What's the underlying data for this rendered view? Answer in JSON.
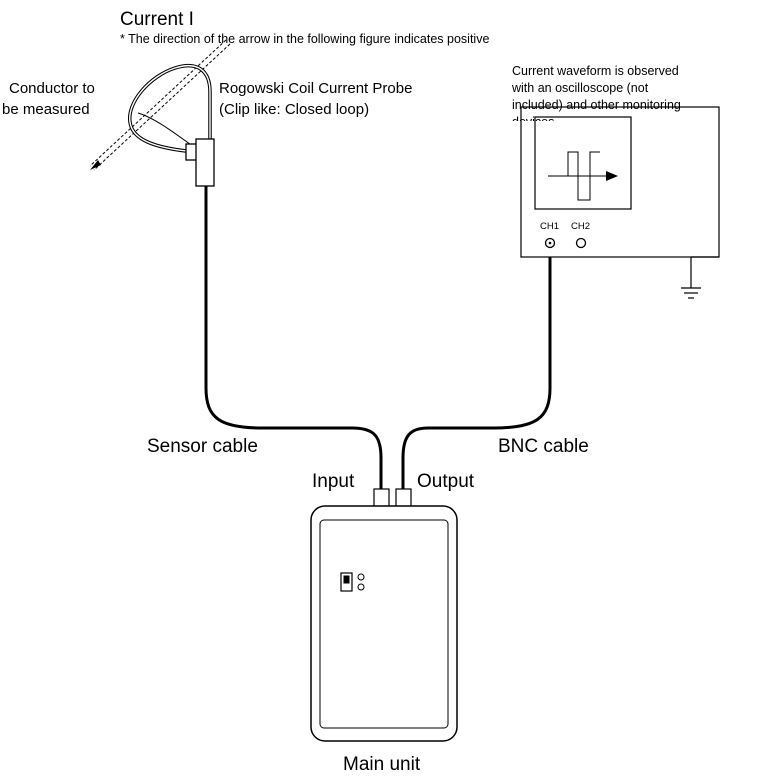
{
  "labels": {
    "current_title": "Current I",
    "direction_note": "* The direction of the arrow in the following figure indicates positive",
    "conductor_line1": "Conductor to",
    "conductor_line2": "be measured",
    "probe_line1": "Rogowski Coil Current Probe",
    "probe_line2": "(Clip like: Closed loop)",
    "osc_note_line1": "Current waveform is observed",
    "osc_note_line2": "with an oscilloscope (not",
    "osc_note_line3": "included) and other monitoring",
    "osc_note_line4": "devices",
    "ch1": "CH1",
    "ch2": "CH2",
    "sensor_cable": "Sensor cable",
    "bnc_cable": "BNC cable",
    "input": "Input",
    "output": "Output",
    "main_unit": "Main unit"
  },
  "colors": {
    "line": "#000000",
    "background": "#ffffff"
  }
}
